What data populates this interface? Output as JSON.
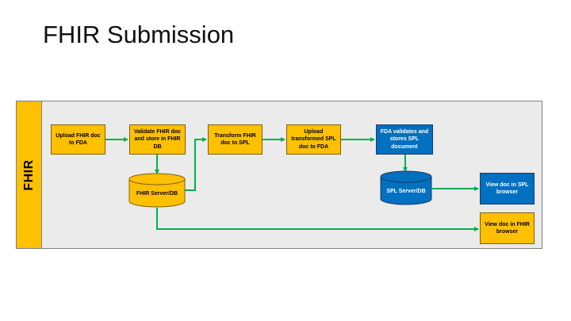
{
  "slide": {
    "title": "FHIR Submission"
  },
  "lane": {
    "label": "FHIR"
  },
  "nodes": {
    "upload_fhir": "Upload FHIR doc to FDA",
    "validate_fhir": "Validate FHIR doc and store in FHIR DB",
    "transform": "Transform FHIR doc to SPL",
    "upload_spl": "Upload transformed SPL doc to FDA",
    "fda_validates": "FDA validates and stores SPL document",
    "fhir_server": "FHIR Server/DB",
    "spl_server": "SPL Server/DB",
    "view_spl": "View doc in SPL browser",
    "view_fhir": "View doc in FHIR browser"
  },
  "colors": {
    "gold": "#ffc000",
    "blue": "#0070c0",
    "connector": "#00b050",
    "lane_bg": "#ebebeb"
  }
}
